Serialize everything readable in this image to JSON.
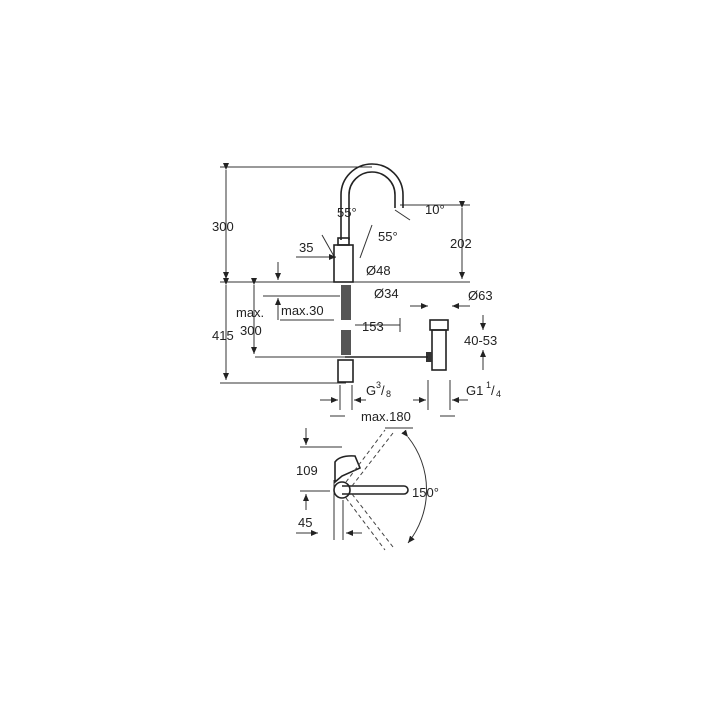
{
  "drawing": {
    "side_view": {
      "height_above_deck": "300",
      "total_height": "415",
      "spout_height": "202",
      "lever_angle_left": "55°",
      "lever_angle_right": "55°",
      "spout_angle": "10°",
      "lever_offset": "35",
      "body_diameter": "Ø48",
      "hole_diameter": "Ø34",
      "max_label": "max.",
      "max_300": "300",
      "max_deck_thickness": "max.30",
      "rod_length": "153",
      "waste_diameter": "Ø63",
      "waste_range": "40-53",
      "supply_thread": "G",
      "supply_thread_num": "3",
      "supply_thread_den": "8",
      "waste_thread": "G1",
      "waste_thread_num": "1",
      "waste_thread_den": "4",
      "max_reach": "max.180"
    },
    "top_view": {
      "depth": "109",
      "offset": "45",
      "swivel_angle": "150°"
    }
  }
}
